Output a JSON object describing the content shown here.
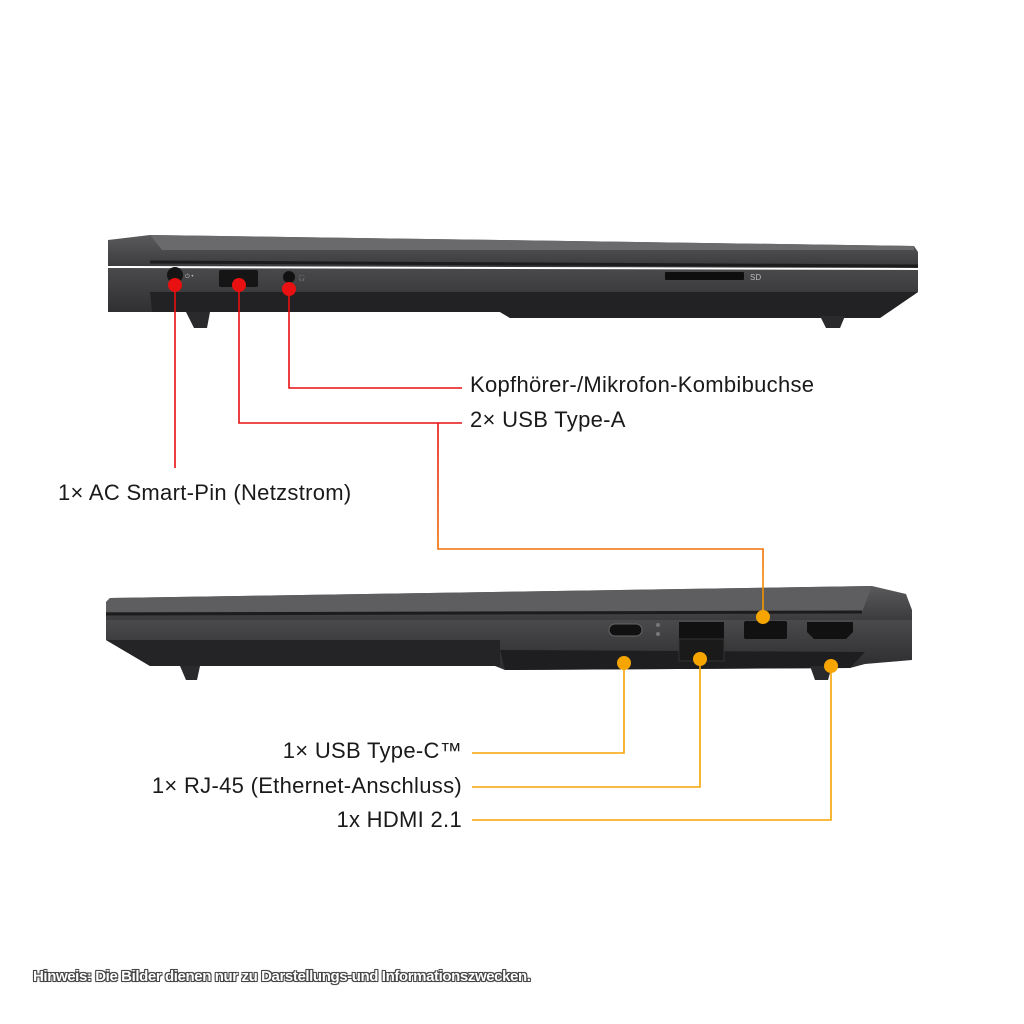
{
  "colors": {
    "left_side_accent": "#e81010",
    "right_side_accent": "#f5a400",
    "chassis": "#3c3c3e"
  },
  "left_side": {
    "labels": {
      "headphone": "Kopfhörer-/Mikrofon-Kombibuchse",
      "usb_a": "2× USB Type-A",
      "ac": "1× AC Smart-Pin (Netzstrom)"
    },
    "sd_marking": "SD"
  },
  "right_side": {
    "labels": {
      "usb_c": "1× USB Type-C™",
      "rj45": "1× RJ-45 (Ethernet-Anschluss)",
      "hdmi": "1x HDMI 2.1"
    }
  },
  "footnote": "Hinweis: Die Bilder dienen nur zu Darstellungs-und Informationszwecken."
}
